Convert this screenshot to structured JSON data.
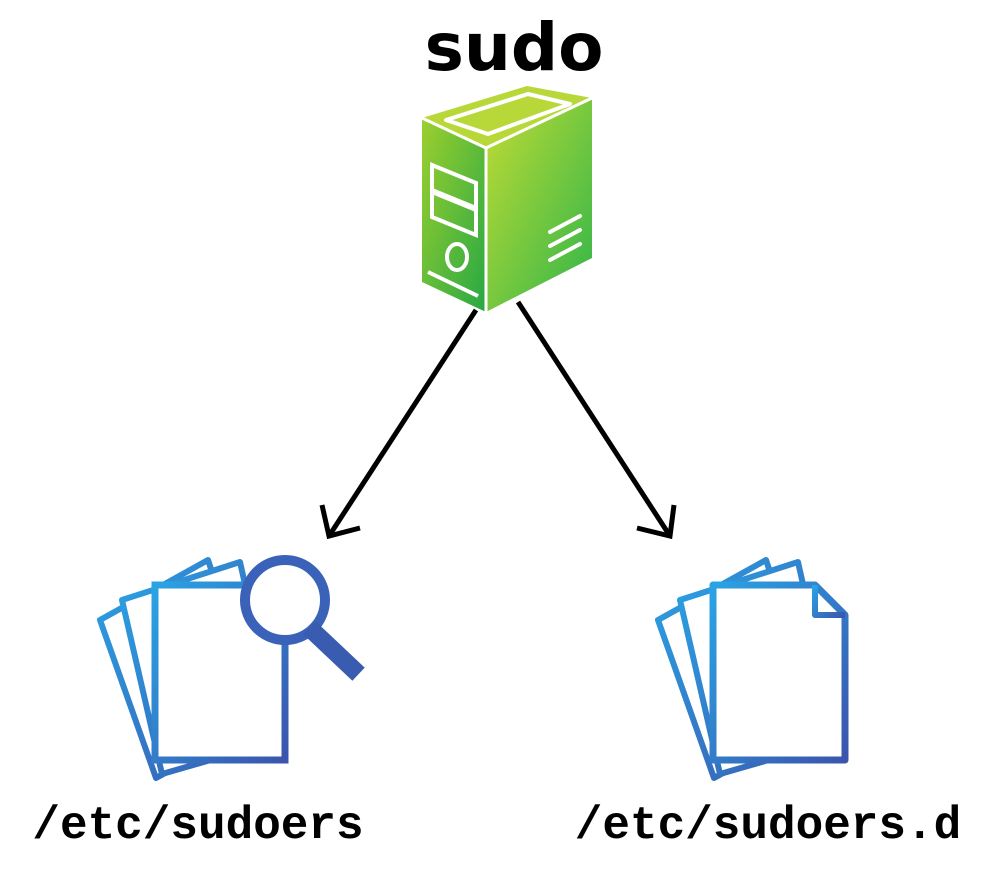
{
  "diagram": {
    "title": "sudo",
    "root_icon": "server-tower-icon",
    "nodes": [
      {
        "label": "/etc/sudoers",
        "icon": "documents-search-icon"
      },
      {
        "label": "/etc/sudoers.d",
        "icon": "documents-icon"
      }
    ],
    "edges": [
      {
        "from": "sudo",
        "to": "/etc/sudoers"
      },
      {
        "from": "sudo",
        "to": "/etc/sudoers.d"
      }
    ]
  },
  "colors": {
    "server_light": "#b5d334",
    "server_dark": "#2fb54a",
    "document_light": "#2b9be0",
    "document_dark": "#3a5cb0",
    "arrow": "#000000",
    "text": "#000000"
  }
}
